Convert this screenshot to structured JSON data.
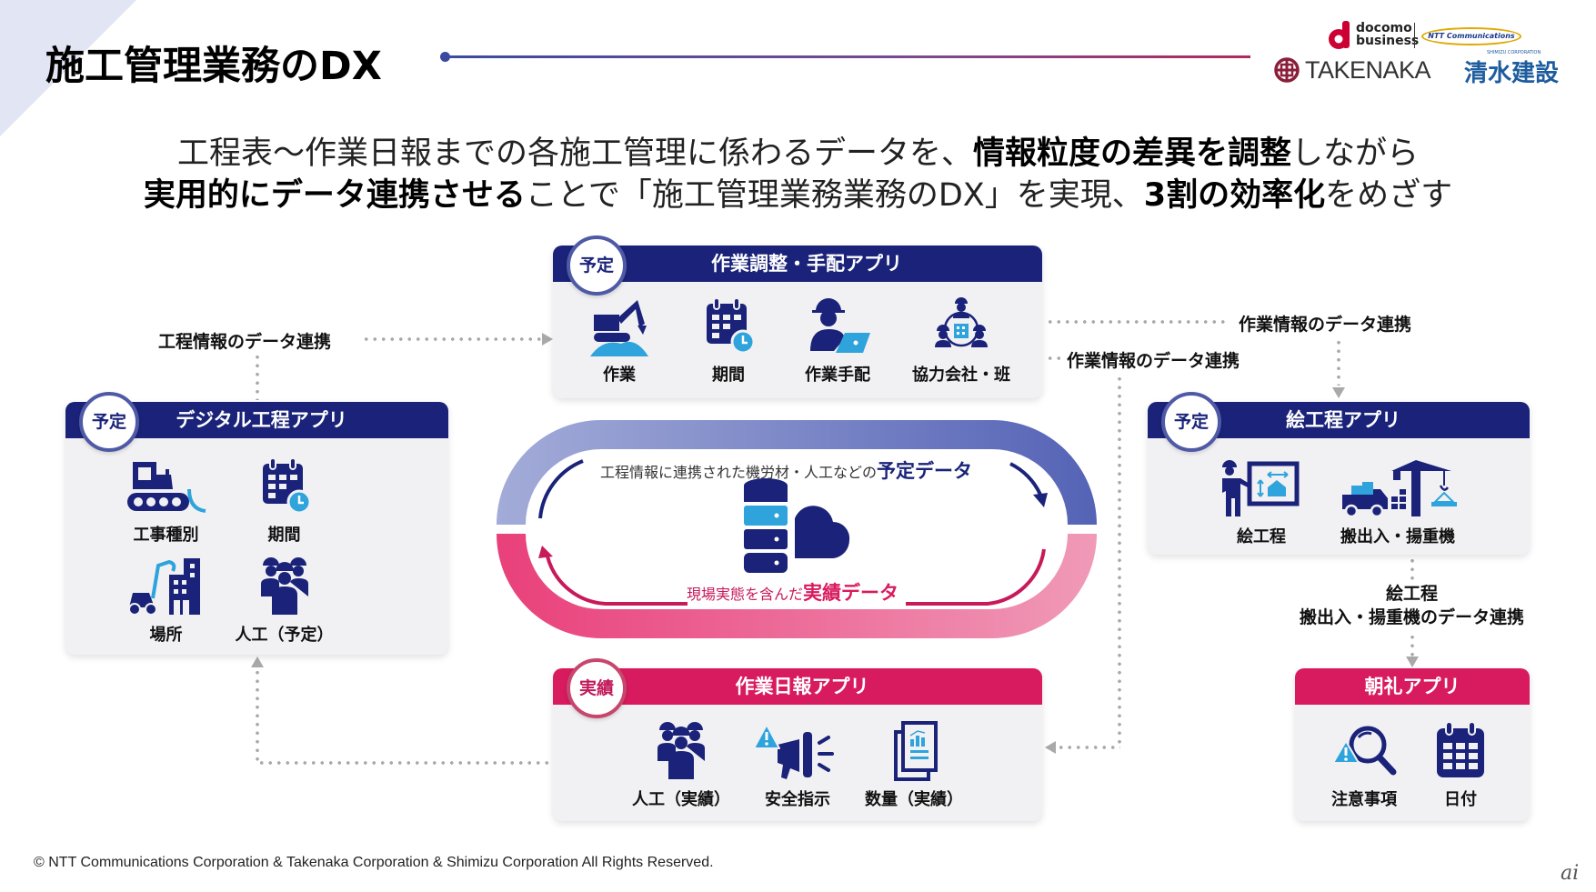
{
  "header": {
    "title": "施工管理業務のDX",
    "logos": {
      "docomo_line1": "docomo",
      "docomo_line2": "business",
      "ntt": "NTT Communications",
      "takenaka": "TAKENAKA",
      "shimizu": "清水建設",
      "shimizu_sub": "SHIMIZU CORPORATION"
    }
  },
  "subtitle": {
    "line1_a": "工程表〜作業日報までの各施工管理に係わるデータを、",
    "line1_b": "情報粒度の差異を調整",
    "line1_c": "しながら",
    "line2_a": "実用的にデータ連携させる",
    "line2_b": "ことで「施工管理業務業務のDX」を実現、",
    "line2_c": "3割の効率化",
    "line2_d": "をめざす"
  },
  "colors": {
    "plan_blue": "#1a2379",
    "actual_pink": "#d81b5e",
    "accent_cyan": "#2ea3dc",
    "connector_gray": "#a9a9a9"
  },
  "cards": {
    "work_coord": {
      "badge": "予定",
      "title": "作業調整・手配アプリ",
      "items": [
        {
          "icon": "excavator-icon",
          "label": "作業"
        },
        {
          "icon": "calendar-clock-icon",
          "label": "期間"
        },
        {
          "icon": "worker-laptop-icon",
          "label": "作業手配"
        },
        {
          "icon": "team-network-icon",
          "label": "協力会社・班"
        }
      ]
    },
    "digital_schedule": {
      "badge": "予定",
      "title": "デジタル工程アプリ",
      "items": [
        {
          "icon": "bulldozer-icon",
          "label": "工事種別"
        },
        {
          "icon": "calendar-clock-icon",
          "label": "期間"
        },
        {
          "icon": "site-crane-building-icon",
          "label": "場所"
        },
        {
          "icon": "workers-group-icon",
          "label": "人工（予定）"
        }
      ]
    },
    "picture_schedule": {
      "badge": "予定",
      "title": "絵工程アプリ",
      "items": [
        {
          "icon": "worker-blueprint-icon",
          "label": "絵工程"
        },
        {
          "icon": "truck-crane-icon",
          "label": "搬出入・揚重機"
        }
      ]
    },
    "daily_report": {
      "badge": "実績",
      "title": "作業日報アプリ",
      "items": [
        {
          "icon": "workers-group-icon",
          "label": "人工（実績）"
        },
        {
          "icon": "megaphone-warning-icon",
          "label": "安全指示"
        },
        {
          "icon": "report-document-icon",
          "label": "数量（実績）"
        }
      ]
    },
    "morning_meeting": {
      "title": "朝礼アプリ",
      "items": [
        {
          "icon": "warning-search-icon",
          "label": "注意事項"
        },
        {
          "icon": "calendar-icon",
          "label": "日付"
        }
      ]
    }
  },
  "connectors": {
    "schedule_link": "工程情報のデータ連携",
    "work_link_top": "作業情報のデータ連携",
    "work_link_mid": "作業情報のデータ連携",
    "picture_link_line1": "絵工程",
    "picture_link_line2": "搬出入・揚重機のデータ連携"
  },
  "loop": {
    "top_text": "工程情報に連携された機労材・人工などの",
    "top_bold": "予定データ",
    "bottom_text": "現場実態を含んだ",
    "bottom_bold": "実績データ",
    "center_icon": "database-cloud-icon"
  },
  "footer": {
    "copyright": "© NTT Communications Corporation & Takenaka Corporation & Shimizu Corporation All Rights Reserved.",
    "watermark": "ai"
  }
}
